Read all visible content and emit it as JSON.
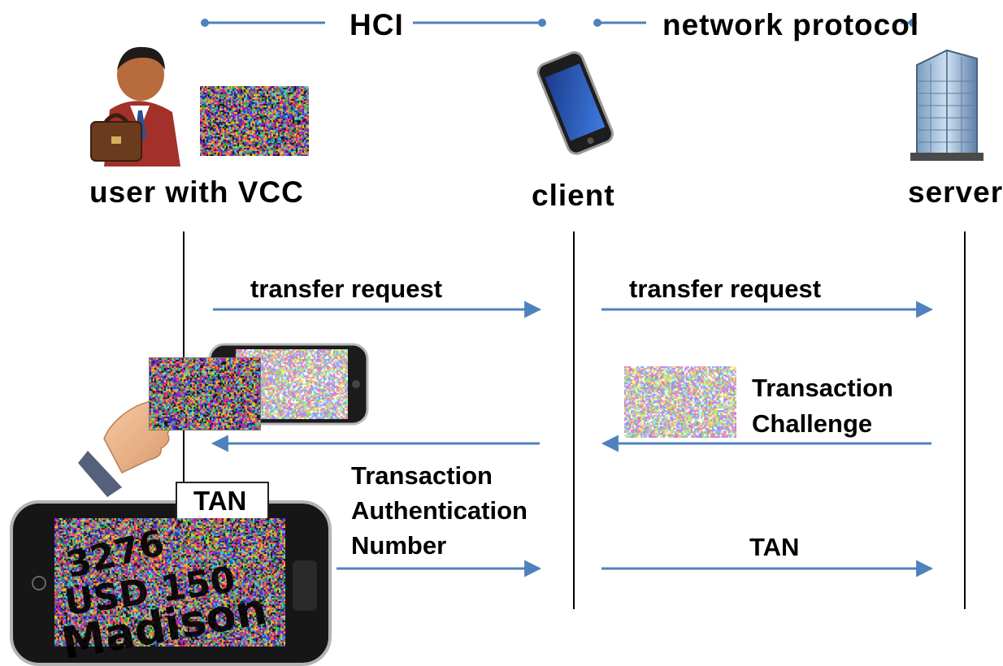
{
  "top_labels": {
    "hci": "HCI",
    "network": "network protocol"
  },
  "actors": {
    "user": "user with VCC",
    "client": "client",
    "server": "server"
  },
  "messages": {
    "transfer_request_hci": "transfer request",
    "transfer_request_net": "transfer request",
    "challenge_line1": "Transaction",
    "challenge_line2": "Challenge",
    "tan_line1": "Transaction",
    "tan_line2": "Authentication",
    "tan_line3": "Number",
    "tan_net": "TAN",
    "tan_bubble": "TAN"
  },
  "phone_text": [
    "3276",
    "USD 150",
    "Madison"
  ],
  "colors": {
    "arrow": "#4f81bd",
    "lifeline": "#000000"
  },
  "icons": [
    "businessman-icon",
    "smartphone-icon",
    "office-building-icon",
    "hand-icon"
  ]
}
